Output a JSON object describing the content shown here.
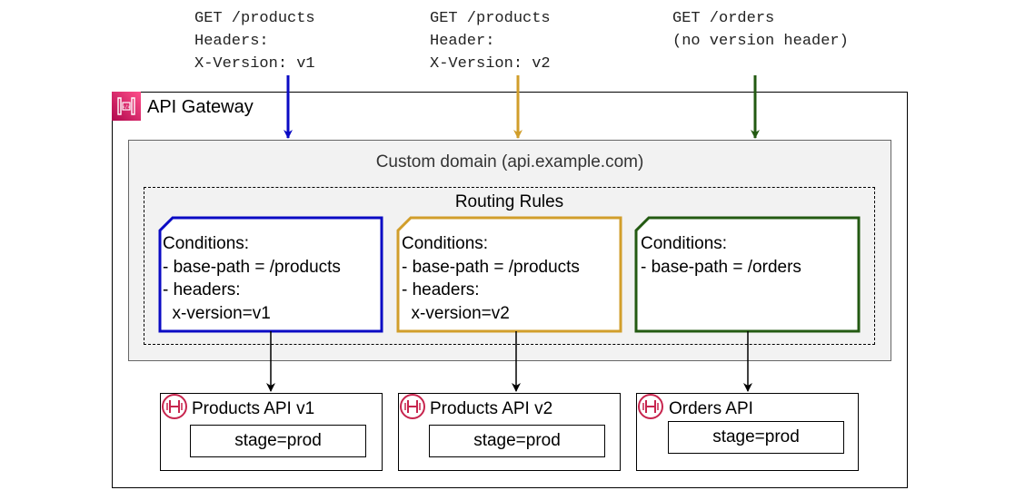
{
  "requests": [
    {
      "text": "GET /products\nHeaders:\nX-Version: v1",
      "color": "#0a0ac4"
    },
    {
      "text": "GET /products\nHeader:\nX-Version: v2",
      "color": "#d19e2b"
    },
    {
      "text": "GET /orders\n(no version header)",
      "color": "#235a12"
    }
  ],
  "gateway": {
    "title": "API Gateway",
    "icon": "api-gateway-icon"
  },
  "domain": {
    "title": "Custom domain (api.example.com)"
  },
  "routing": {
    "title": "Routing Rules",
    "rules": [
      {
        "text": "Conditions:\n- base-path = /products\n- headers:\n  x-version=v1",
        "color": "#0a0ac4"
      },
      {
        "text": "Conditions:\n- base-path = /products\n- headers:\n  x-version=v2",
        "color": "#d19e2b"
      },
      {
        "text": "Conditions:\n- base-path = /orders",
        "color": "#235a12"
      }
    ]
  },
  "apis": [
    {
      "title": "Products API v1",
      "stage": "stage=prod",
      "icon": "api-endpoint-icon"
    },
    {
      "title": "Products API v2",
      "stage": "stage=prod",
      "icon": "api-endpoint-icon"
    },
    {
      "title": "Orders API",
      "stage": "stage=prod",
      "icon": "api-endpoint-icon"
    }
  ]
}
